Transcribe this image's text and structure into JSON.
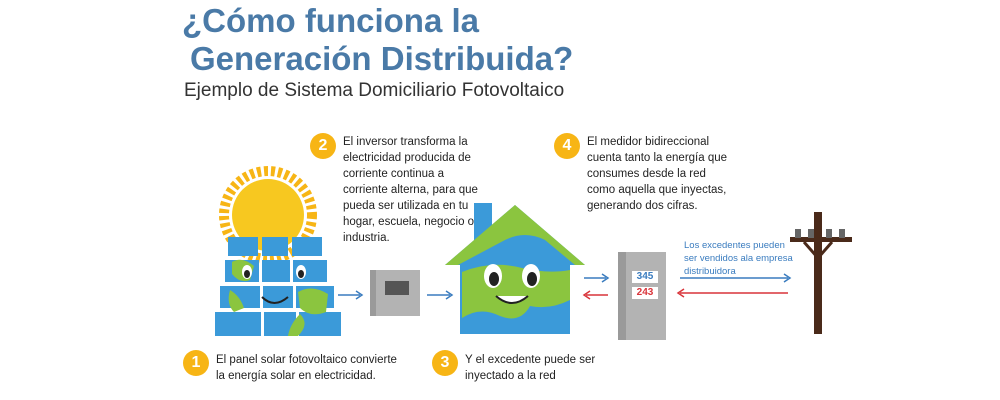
{
  "header": {
    "title_line1": "¿Cómo funciona la",
    "title_line2": "Generación Distribuida?",
    "subtitle": "Ejemplo de Sistema Domiciliario Fotovoltaico"
  },
  "steps": [
    {
      "number": "1",
      "text_lines": [
        "El panel solar fotovoltaico convierte",
        "la energía solar en electricidad."
      ]
    },
    {
      "number": "2",
      "text_lines": [
        "El inversor transforma la",
        "electricidad producida de",
        "corriente continua a",
        "corriente alterna, para que",
        "pueda ser utilizada en tu",
        "hogar, escuela, negocio o",
        "industria."
      ]
    },
    {
      "number": "3",
      "text_lines": [
        "Y el excedente puede ser",
        "inyectado a la red"
      ]
    },
    {
      "number": "4",
      "text_lines": [
        "El medidor bidireccional",
        "cuenta tanto la energía que",
        "consumes desde la red",
        "como aquella que inyectas,",
        "generando dos cifras."
      ]
    }
  ],
  "meter": {
    "reading_top": "345",
    "reading_bottom": "243"
  },
  "grid_note": [
    "Los excedentes pueden",
    "ser vendidos ala empresa",
    "distribuidora"
  ],
  "colors": {
    "title": "#4a7aa7",
    "step_circle": "#f7b515",
    "arrow_blue": "#3a7cbf",
    "arrow_red": "#d9343a",
    "planet_green": "#8bc53f",
    "planet_blue": "#3b9ad9",
    "pole_brown": "#4a2a1a"
  },
  "icons": [
    "sun-icon",
    "solar-panel-icon",
    "inverter-icon",
    "house-icon",
    "meter-icon",
    "utility-pole-icon"
  ]
}
